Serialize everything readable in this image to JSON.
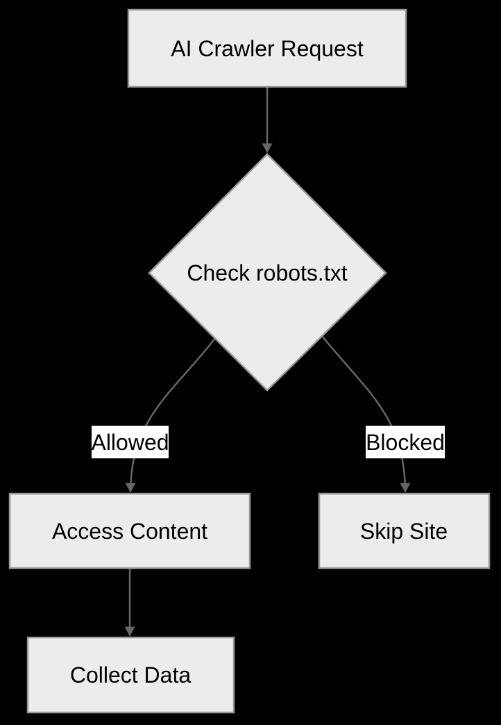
{
  "diagram": {
    "type": "flowchart",
    "direction": "top-down",
    "nodes": {
      "request": {
        "label": "AI Crawler Request",
        "shape": "rectangle"
      },
      "check": {
        "label": "Check robots.txt",
        "shape": "diamond"
      },
      "access": {
        "label": "Access Content",
        "shape": "rectangle"
      },
      "skip": {
        "label": "Skip Site",
        "shape": "rectangle"
      },
      "collect": {
        "label": "Collect Data",
        "shape": "rectangle"
      }
    },
    "edges": [
      {
        "from": "request",
        "to": "check",
        "label": ""
      },
      {
        "from": "check",
        "to": "access",
        "label": "Allowed"
      },
      {
        "from": "check",
        "to": "skip",
        "label": "Blocked"
      },
      {
        "from": "access",
        "to": "collect",
        "label": ""
      }
    ],
    "edge_labels": {
      "allowed": "Allowed",
      "blocked": "Blocked"
    },
    "colors": {
      "background": "#000000",
      "node_fill": "#ececec",
      "node_border": "#999999",
      "edge_line": "#666666",
      "arrowhead": "#666666",
      "edge_label_background": "#ffffff",
      "text": "#000000"
    }
  }
}
